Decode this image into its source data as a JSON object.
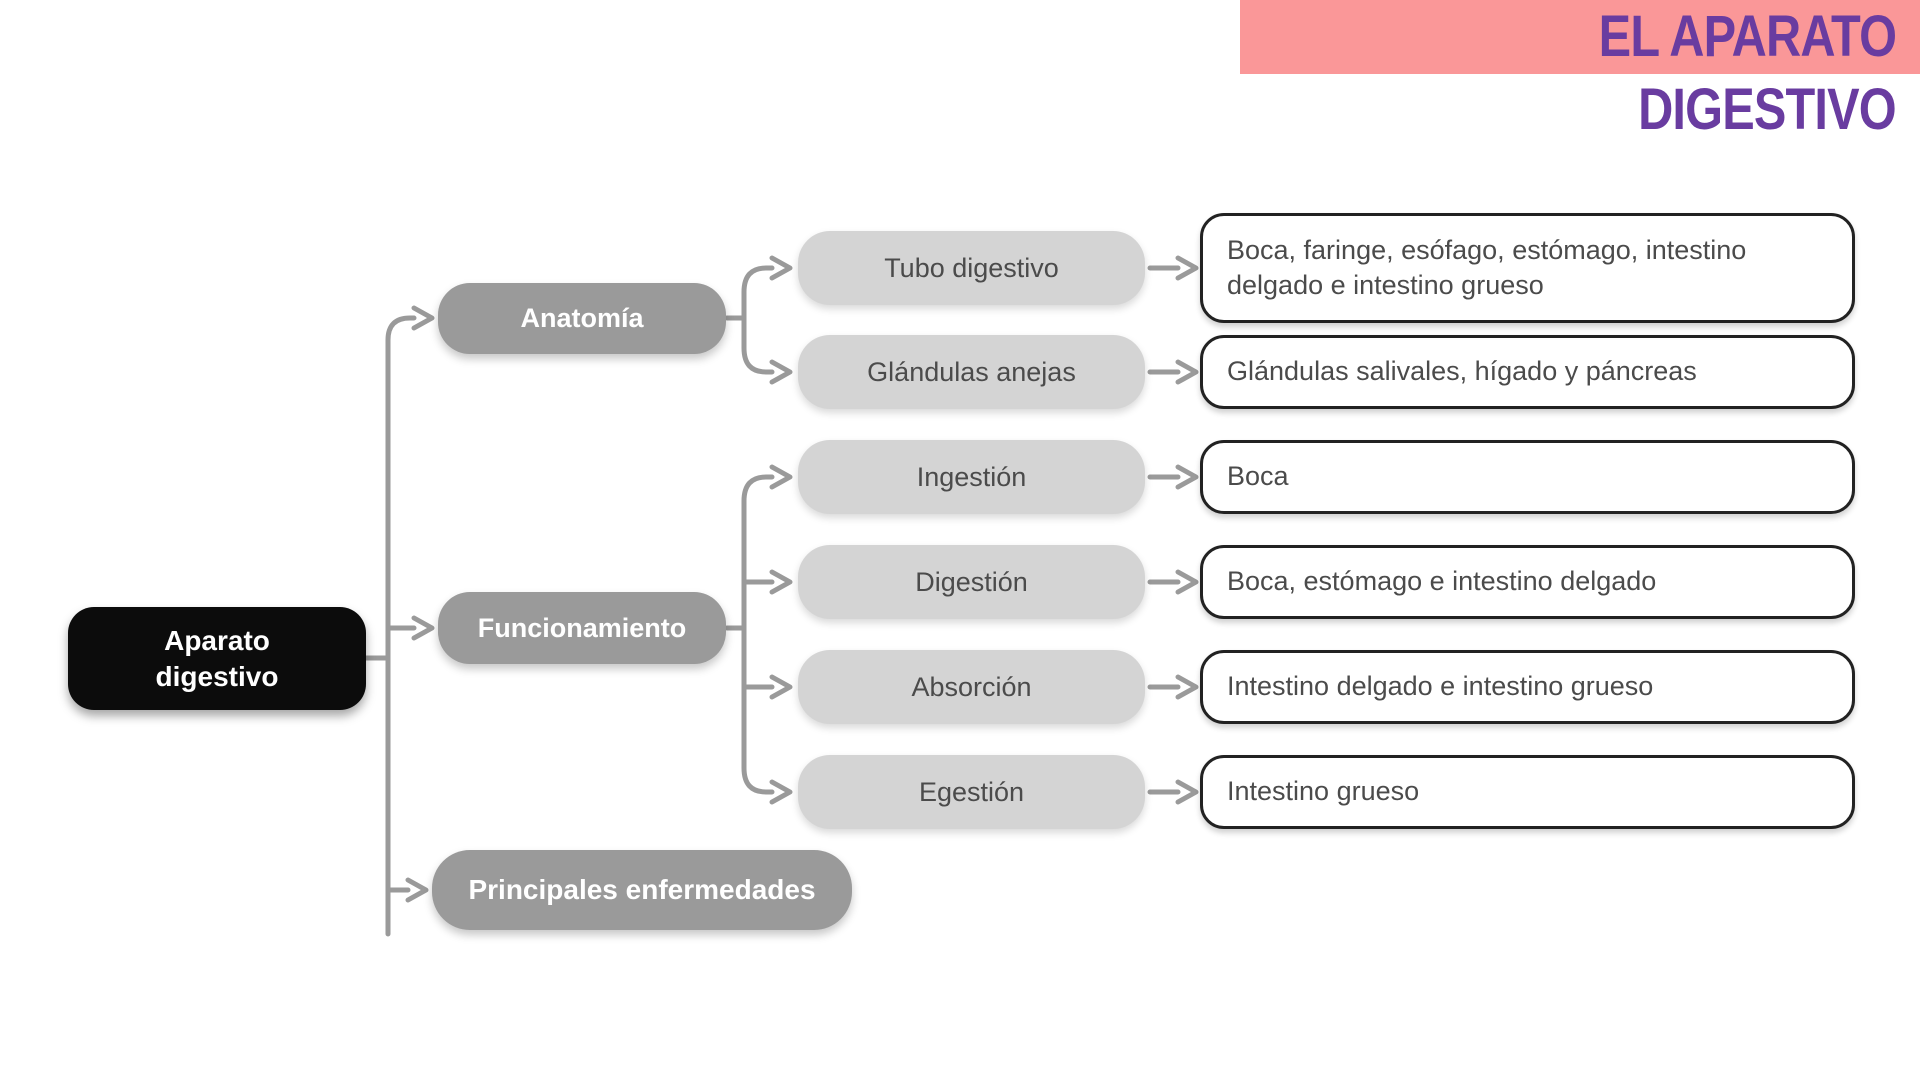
{
  "title": {
    "line1": "EL APARATO",
    "line2": "DIGESTIVO"
  },
  "root": {
    "label": "Aparato digestivo"
  },
  "branches": [
    {
      "label": "Anatomía",
      "children": [
        {
          "label": "Tubo digestivo",
          "detail": "Boca, faringe, esófago, estómago, intestino delgado e intestino grueso"
        },
        {
          "label": "Glándulas anejas",
          "detail": "Glándulas salivales, hígado y páncreas"
        }
      ]
    },
    {
      "label": "Funcionamiento",
      "children": [
        {
          "label": "Ingestión",
          "detail": "Boca"
        },
        {
          "label": "Digestión",
          "detail": "Boca, estómago e intestino delgado"
        },
        {
          "label": "Absorción",
          "detail": "Intestino delgado e intestino grueso"
        },
        {
          "label": "Egestión",
          "detail": "Intestino grueso"
        }
      ]
    },
    {
      "label": "Principales enfermedades",
      "children": []
    }
  ],
  "colors": {
    "band": "#FA9798",
    "title": "#693CA0",
    "node-dark": "#0C0C0C",
    "node-gray": "#9A9A9A",
    "node-light": "#D4D4D4",
    "line": "#9A9A9A",
    "text-dark": "#4B4B4B",
    "leaf-border": "#222222"
  }
}
